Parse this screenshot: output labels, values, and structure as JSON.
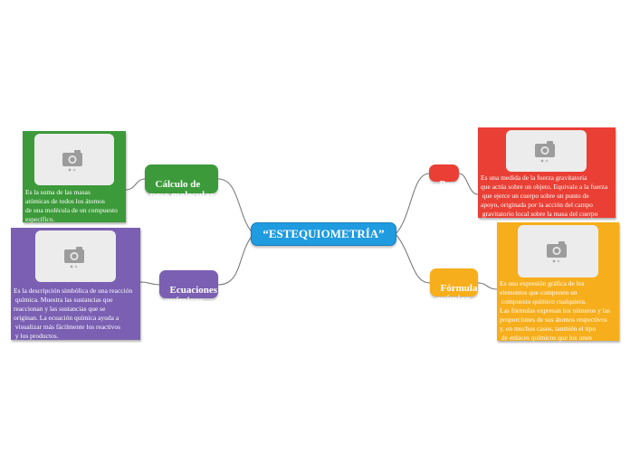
{
  "central": {
    "label": "“ESTEQUIOMETRÍA”",
    "color": "#1f9be0"
  },
  "branches": [
    {
      "id": "calculo",
      "label": "Cálculo de\npeso molecular",
      "color": "#3c9a3a",
      "note": "Es la suma de las masas\natómicas de todos los átomos\nde una molécula de un compuesto\nespecífico.",
      "image_icon": "camera-icon"
    },
    {
      "id": "ecuaciones",
      "label": "Ecuaciones\nquímicas",
      "color": "#7a5fb2",
      "note": "Es la descripción simbólica de una reacción\n química. Muestra las sustancias que\nreaccionan y las sustancias que se\noriginan. La ecuación química ayuda a\n visualizar más fácilmente los reactivos\n y los productos.",
      "image_icon": "camera-icon"
    },
    {
      "id": "peso",
      "label": "Peso",
      "color": "#ea3f34",
      "note": "Es una medida de la fuerza gravitatoria\nque actúa sobre un objeto. Equivale a la fuerza\n que ejerce un cuerpo sobre un punto de\napoyo, originada por la acción del campo\n gravitatorio local sobre la masa del cuerpo",
      "image_icon": "camera-icon"
    },
    {
      "id": "formula",
      "label": "Fórmula\nquímica",
      "color": "#f7ae1c",
      "note": "Es una expresión gráfica de los\nelementos que componen un\n compuesto químico cualquiera.\nLas fórmulas expresan los números y las\nproporciones de sus átomos respectivos\ny, en muchos casos, también el tipo\n de enlaces químicos que los unen",
      "image_icon": "camera-icon"
    }
  ]
}
